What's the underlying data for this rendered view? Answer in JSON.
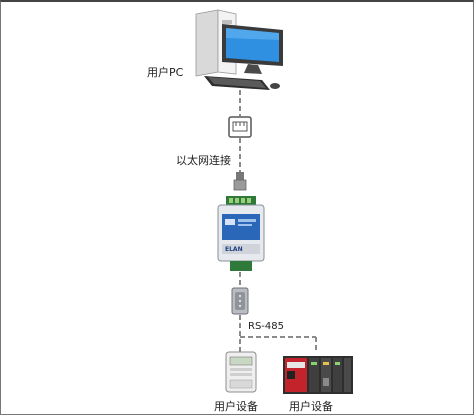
{
  "labels": {
    "pc": "用户PC",
    "ethernet": "以太网连接",
    "rs485": "RS-485",
    "device_left": "用户设备",
    "device_right": "用户设备"
  },
  "gateway_logo_text": "ELAN",
  "colors": {
    "cable": "#8a8a8a",
    "gateway_blue": "#2b67b8",
    "plc_red": "#c3232a"
  }
}
